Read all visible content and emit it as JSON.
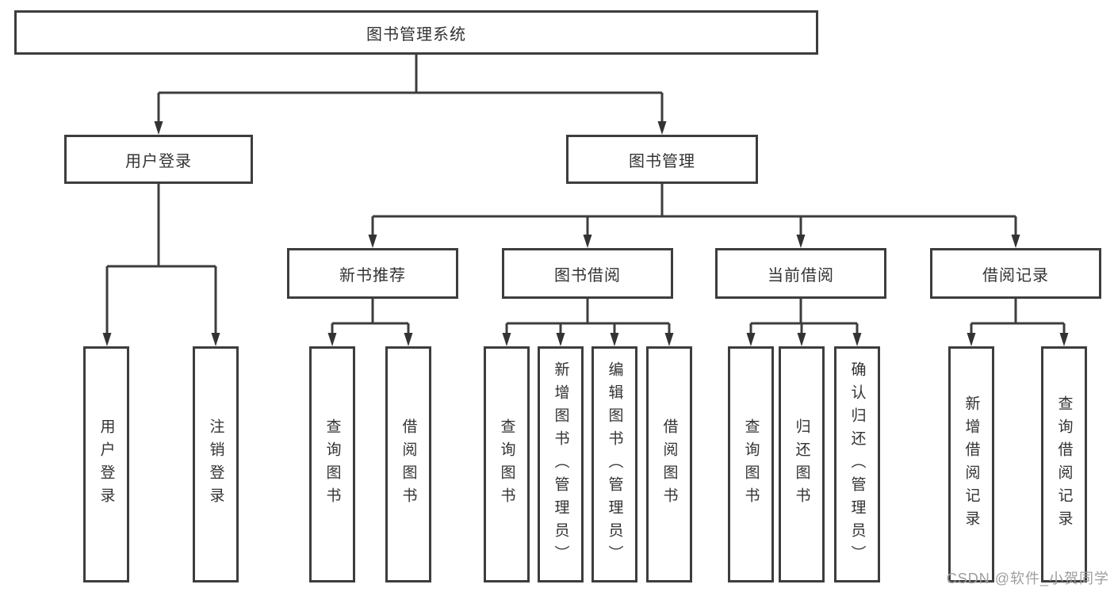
{
  "page": {
    "background": "#ffffff"
  },
  "colors": {
    "line": "#3d3d3d",
    "node_border": "#3d3d3d",
    "node_text": "#333333",
    "watermark_text": "#9e9e9e"
  },
  "nodes": {
    "root": "图书管理系统",
    "user_login": "用户登录",
    "book_mgmt": "图书管理",
    "new_book_rec": "新书推荐",
    "book_borrow": "图书借阅",
    "current_borrow": "当前借阅",
    "borrow_records": "借阅记录",
    "leaf_user_login": "用户登录",
    "leaf_logout": "注销登录",
    "leaf_nbr_query": "查询图书",
    "leaf_nbr_borrow": "借阅图书",
    "leaf_bb_query": "查询图书",
    "leaf_bb_add": "新增图书（管理员）",
    "leaf_bb_edit": "编辑图书（管理员）",
    "leaf_bb_borrow": "借阅图书",
    "leaf_cb_query": "查询图书",
    "leaf_cb_return": "归还图书",
    "leaf_cb_confirm": "确认归还（管理员）",
    "leaf_br_add": "新增借阅记录",
    "leaf_br_query": "查询借阅记录"
  },
  "hierarchy": {
    "图书管理系统": {
      "用户登录": [
        "用户登录",
        "注销登录"
      ],
      "图书管理": {
        "新书推荐": [
          "查询图书",
          "借阅图书"
        ],
        "图书借阅": [
          "查询图书",
          "新增图书（管理员）",
          "编辑图书（管理员）",
          "借阅图书"
        ],
        "当前借阅": [
          "查询图书",
          "归还图书",
          "确认归还（管理员）"
        ],
        "借阅记录": [
          "新增借阅记录",
          "查询借阅记录"
        ]
      }
    }
  },
  "watermark": {
    "text": "CSDN @软件_小贺同学"
  }
}
